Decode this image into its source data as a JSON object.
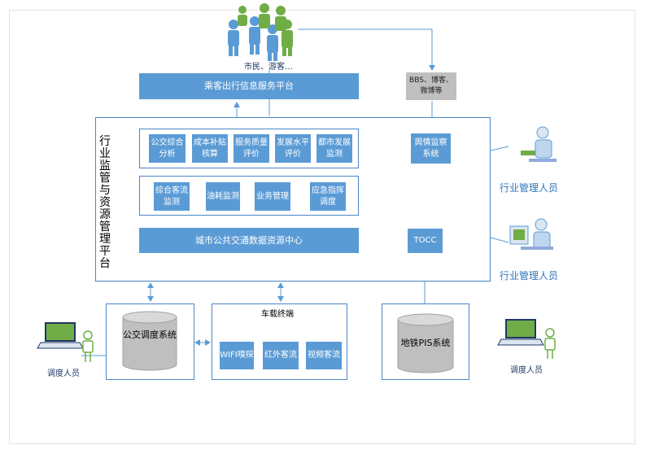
{
  "top_label": "市民、游客…",
  "passenger_platform": "乘客出行信息服务平台",
  "bbs_box": "BBS、博客、微博等",
  "industry_platform_title": "行业监管与资源管理平台",
  "analysis_row": [
    "公交综合分析",
    "成本补贴核算",
    "服务质量评价",
    "发展水平评价",
    "都市发展监测"
  ],
  "monitor_row": [
    "综合客流监测",
    "油耗监测",
    "业务管理",
    "应急指挥调度"
  ],
  "opinion_system": "舆情监察系统",
  "data_center": "城市公共交通数据资源中心",
  "tocc": "TOCC",
  "bus_dispatch": "公交调度系统",
  "vehicle_terminal": "车载终端",
  "terminal_items": [
    "WIFI嗅探",
    "红外客流",
    "视频客流"
  ],
  "metro_pis": "地铁PIS系统",
  "industry_manager_1": "行业管理人员",
  "industry_manager_2": "行业管理人员",
  "dispatcher_left": "调度人员",
  "dispatcher_right": "调度人员",
  "colors": {
    "accent": "#5b9bd5",
    "border": "#4a86c5",
    "gray_box": "#bfbfbf",
    "person_blue": "#5b9bd5",
    "person_green": "#70ad47"
  }
}
